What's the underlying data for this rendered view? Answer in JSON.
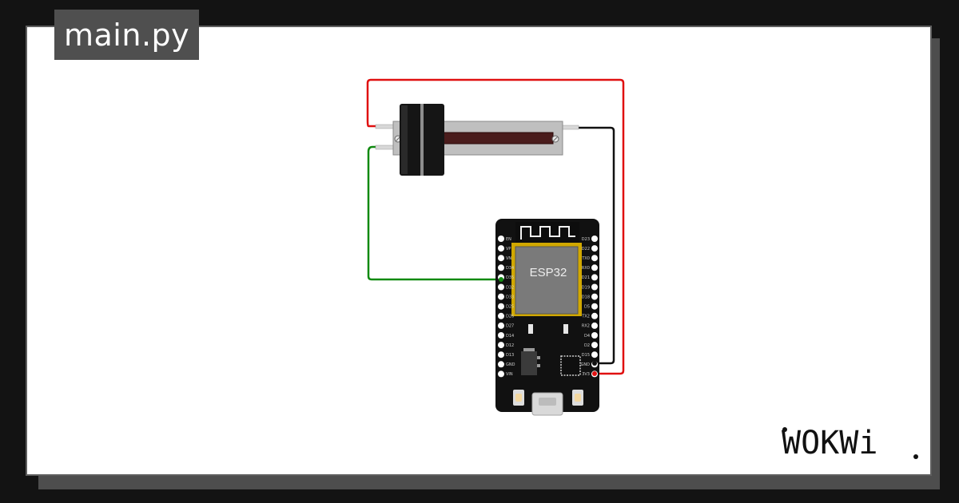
{
  "file_tab": {
    "name": "main.py"
  },
  "brand": {
    "logo_text": "WOKWi"
  },
  "board": {
    "chip_label": "ESP32",
    "left_pins": [
      "EN",
      "VP",
      "VN",
      "D34",
      "D35",
      "D32",
      "D33",
      "D25",
      "D26",
      "D27",
      "D14",
      "D12",
      "D13",
      "GND",
      "VIN"
    ],
    "right_pins": [
      "D23",
      "D22",
      "TX0",
      "RX0",
      "D21",
      "D19",
      "D18",
      "D5",
      "TX2",
      "RX2",
      "D4",
      "D2",
      "D15",
      "GND",
      "3V3"
    ]
  },
  "colors": {
    "background": "#131313",
    "canvas": "#ffffff",
    "wire_power": "#e01010",
    "wire_ground": "#111111",
    "wire_signal": "#118a11"
  }
}
